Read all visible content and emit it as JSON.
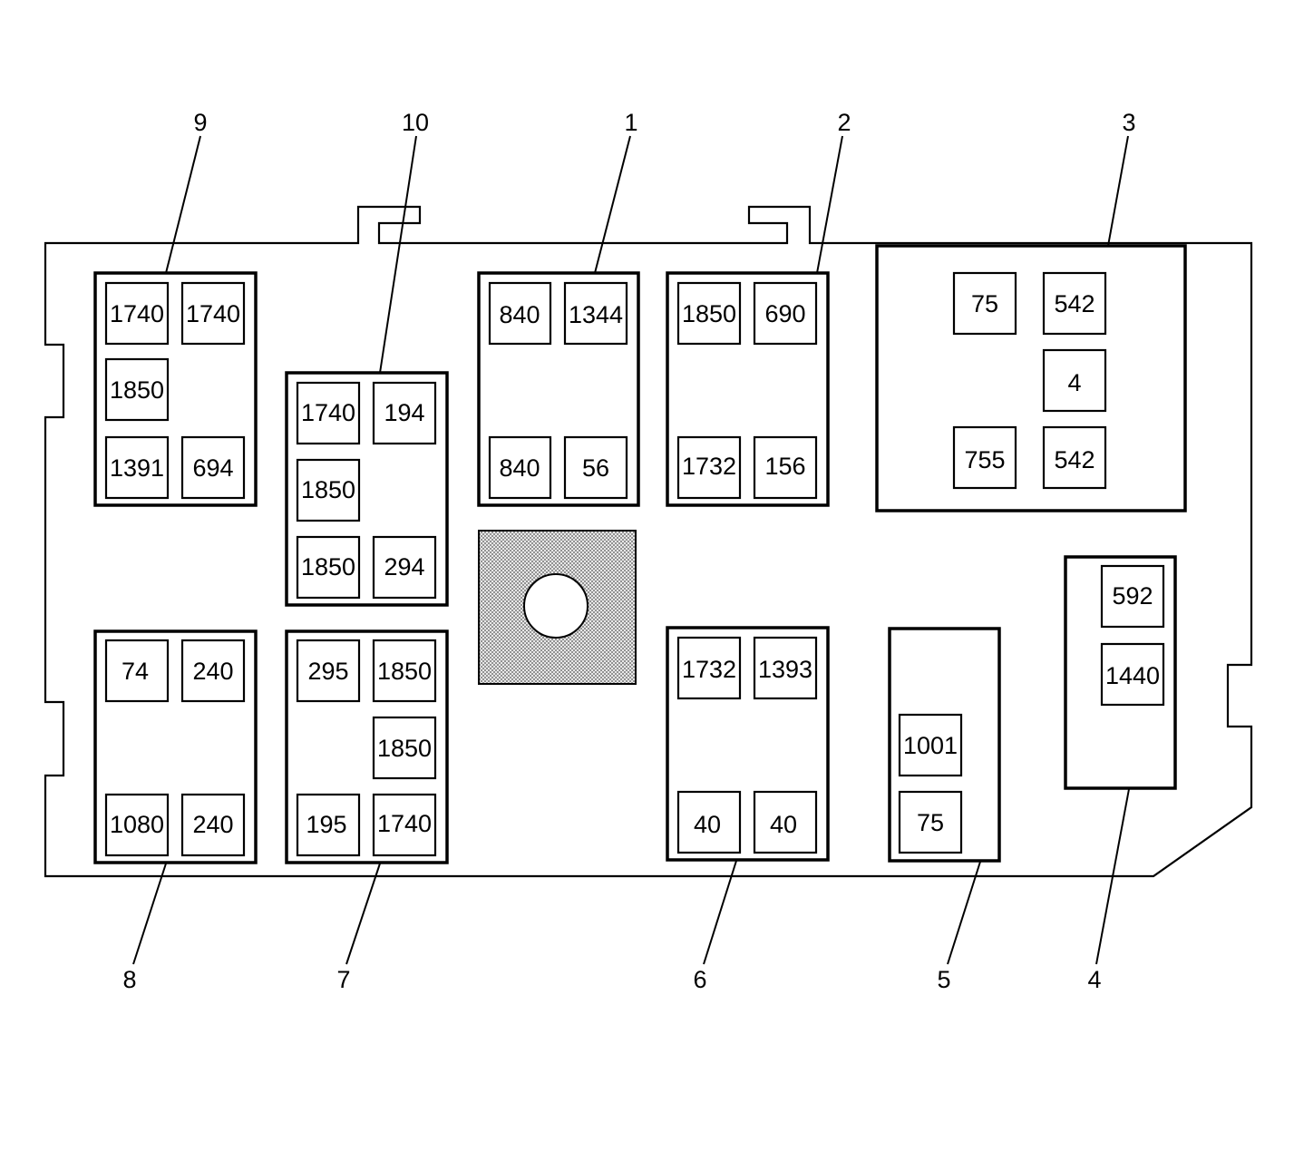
{
  "diagram": {
    "blocks": [
      {
        "id": "9",
        "cells": [
          "1740",
          "1740",
          "1850",
          "1391",
          "694"
        ]
      },
      {
        "id": "10",
        "cells": [
          "1740",
          "194",
          "1850",
          "1850",
          "294"
        ]
      },
      {
        "id": "1",
        "cells": [
          "840",
          "1344",
          "840",
          "56"
        ]
      },
      {
        "id": "2",
        "cells": [
          "1850",
          "690",
          "1732",
          "156"
        ]
      },
      {
        "id": "3",
        "cells": [
          "75",
          "542",
          "4",
          "755",
          "542"
        ]
      },
      {
        "id": "8",
        "cells": [
          "74",
          "240",
          "1080",
          "240"
        ]
      },
      {
        "id": "7",
        "cells": [
          "295",
          "1850",
          "1850",
          "195",
          "1740"
        ]
      },
      {
        "id": "6",
        "cells": [
          "1732",
          "1393",
          "40",
          "40"
        ]
      },
      {
        "id": "5",
        "cells": [
          "1001",
          "75"
        ]
      },
      {
        "id": "4",
        "cells": [
          "592",
          "1440"
        ]
      }
    ],
    "colors": {
      "line": "#000000",
      "fill": "#ffffff",
      "hatch": "#d8d8d8"
    }
  }
}
